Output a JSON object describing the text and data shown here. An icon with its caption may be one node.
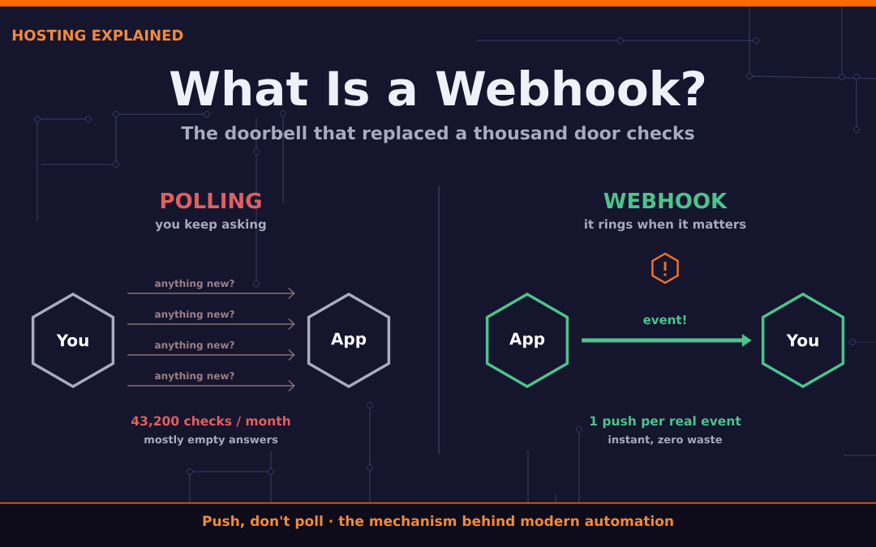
{
  "diagram": {
    "title": "What Is a Webhook?",
    "caption": "Push, don't poll · the mechanism behind modern automation",
    "nodes": [
      {
        "text": [
          "You"
        ]
      },
      {
        "text": [
          "App"
        ]
      },
      {
        "text": [
          "App"
        ]
      },
      {
        "text": [
          "You"
        ]
      }
    ],
    "edges": [
      {
        "from": 0,
        "to": 1,
        "arrow": "to",
        "label": "anything new?"
      },
      {
        "from": 0,
        "to": 1,
        "arrow": "to",
        "label": "anything new?"
      },
      {
        "from": 0,
        "to": 1,
        "arrow": "to",
        "label": "anything new?"
      },
      {
        "from": 0,
        "to": 1,
        "arrow": "to",
        "label": "anything new?"
      },
      {
        "from": 2,
        "to": 3,
        "arrow": "to",
        "label": "event!",
        "style": "thick",
        "color": "#4cc48c"
      }
    ],
    "labels": [
      "HOSTING EXPLAINED",
      "The doorbell that replaced a thousand door checks",
      "POLLING",
      "you keep asking",
      "WEBHOOK",
      "it rings when it matters",
      "43,200 checks / month",
      "mostly empty answers",
      "1 push per real event",
      "instant, zero waste"
    ]
  }
}
